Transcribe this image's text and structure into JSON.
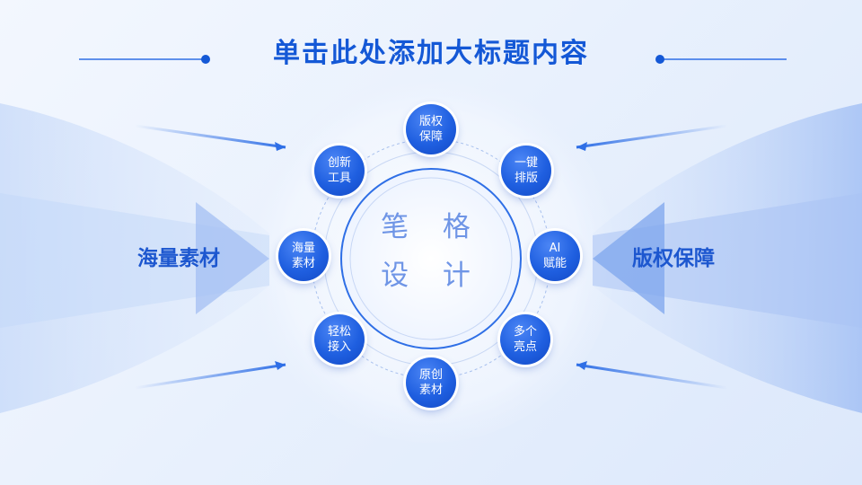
{
  "title": "单击此处添加大标题内容",
  "left_label": "海量素材",
  "right_label": "版权保障",
  "center": {
    "line1": "笔 格",
    "line2": "设 计"
  },
  "nodes": [
    {
      "id": "copyright",
      "line1": "版权",
      "line2": "保障"
    },
    {
      "id": "one-click-layout",
      "line1": "一键",
      "line2": "排版"
    },
    {
      "id": "ai-empower",
      "line1": "AI",
      "line2": "赋能"
    },
    {
      "id": "highlights",
      "line1": "多个",
      "line2": "亮点"
    },
    {
      "id": "original-material",
      "line1": "原创",
      "line2": "素材"
    },
    {
      "id": "easy-access",
      "line1": "轻松",
      "line2": "接入"
    },
    {
      "id": "massive-material",
      "line1": "海量",
      "line2": "素材"
    },
    {
      "id": "creative-tools",
      "line1": "创新",
      "line2": "工具"
    }
  ],
  "colors": {
    "accent": "#1458d6",
    "node_fill": "#1f5fe0",
    "background": "#eef4fe"
  }
}
